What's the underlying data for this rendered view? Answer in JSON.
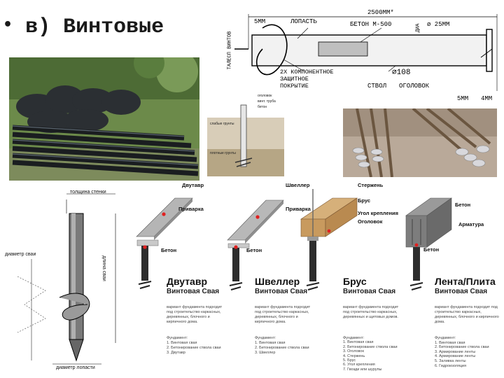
{
  "slide": {
    "bullet": "•",
    "title": "в) Винтовые"
  },
  "drawing_top": {
    "labels": {
      "d5mm": "5ММ",
      "blade": "ЛОПАСТЬ",
      "length": "2500ММ*",
      "concrete": "БЕТОН М-500",
      "diam_cap": "ø 25ММ",
      "cap_side": "ДИА",
      "tip_side": "ТАЛЕСП ВИНТОВ",
      "coating": "2Х КОМПОНЕНТНОЕ\nЗАЩИТНОЕ\nПОКРЫТИЕ",
      "shaft": "СТВОЛ",
      "head": "ОГОЛОВОК",
      "pipe_d": "108",
      "t5mm": "5ММ",
      "t4mm": "4ММ"
    }
  },
  "ground_diagram": {
    "labels": [
      "оголовок",
      "винт. труба",
      "бетон",
      "слабые грунты",
      "плотные грунты"
    ]
  },
  "left_drawing": {
    "wall_thickness": "толщина стенки",
    "pile_diameter": "диаметр сваи",
    "pile_length": "длина сваи",
    "blade_diameter": "диаметр лопасти"
  },
  "cards": [
    {
      "title": "Двутавр",
      "subtitle": "Винтовая Свая",
      "top_label": "Двутавр",
      "weld_label": "Приварка",
      "concrete_label": "Бетон",
      "desc": "вариант фундамента подходит под строительство каркасных, деревянных, блочного и кирпичного дома.",
      "foundation_title": "Фундамент:",
      "foundation_items": [
        "1. Винтовая свая",
        "2. Бетонирование ствола сваи",
        "3. Двутавр"
      ]
    },
    {
      "title": "Швеллер",
      "subtitle": "Винтовая Свая",
      "top_label": "Швеллер",
      "weld_label": "Приварка",
      "concrete_label": "Бетон",
      "desc": "вариант фундамента подходит под строительство каркасных, деревянных, блочного и кирпичного дома.",
      "foundation_title": "Фундамент:",
      "foundation_items": [
        "1. Винтовая свая",
        "2. Бетонирование ствола сваи",
        "3. Швеллер"
      ]
    },
    {
      "title": "Брус",
      "subtitle": "Винтовая Свая",
      "top_label": "Стержень",
      "mid_label": "Брус",
      "angle_label": "Угол крепления",
      "head_label": "Оголовок",
      "desc": "вариант фундамента подходит под строительство каркасных, деревянных и щитовых домов.",
      "foundation_title": "Фундамент:",
      "foundation_items": [
        "1. Винтовая свая",
        "2. Бетонирование ствола сваи",
        "3. Оголовок",
        "4. Стержень",
        "5. Брус",
        "6. Угол крепления",
        "7. Гвозди или шурупы"
      ]
    },
    {
      "title": "Лента/Плита",
      "subtitle": "Винтовая Свая",
      "top_label": "Бетон",
      "rebar_label": "Арматура",
      "concrete_label": "Бетон",
      "desc": "вариант фундамента подходит под строительство каркасных, деревянных, блочного и кирпичного дома.",
      "foundation_title": "Фундамент:",
      "foundation_items": [
        "1. Винтовая свая",
        "2. Бетонирование ствола сваи",
        "3. Армирование ленты",
        "4. Армирование ленты",
        "5. Заливка ленты",
        "6. Гидроизоляция"
      ]
    }
  ]
}
